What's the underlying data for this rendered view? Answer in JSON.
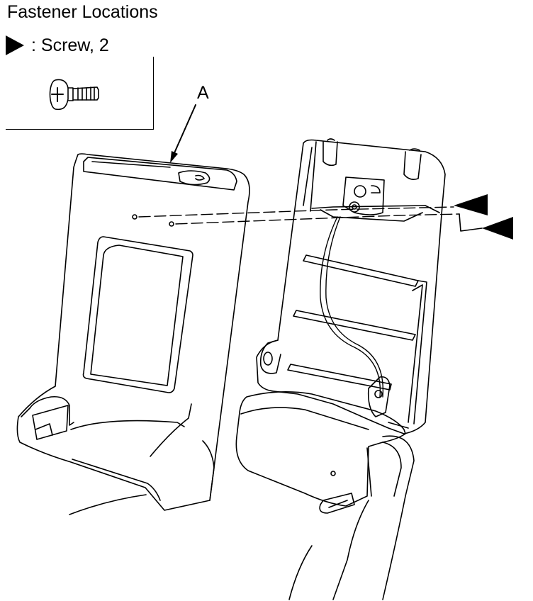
{
  "title": "Fastener Locations",
  "legend": {
    "text": ": Screw, 2",
    "symbol": "triangle-pointer-icon"
  },
  "callout": "A",
  "colors": {
    "line": "#000000",
    "background": "#ffffff"
  }
}
